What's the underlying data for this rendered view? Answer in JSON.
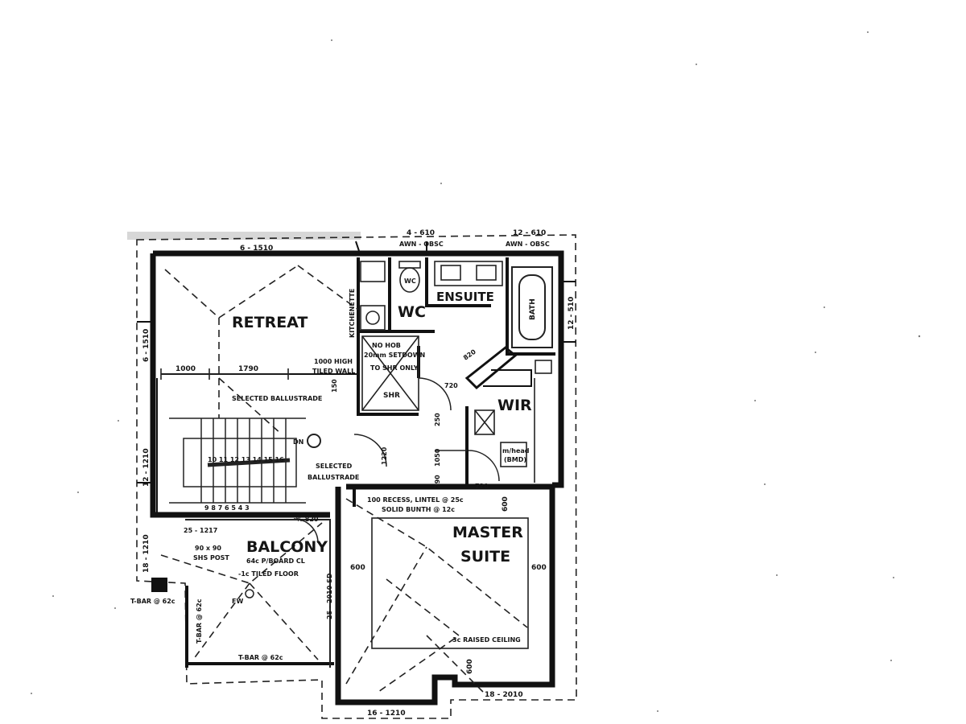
{
  "rooms": {
    "retreat": "RETREAT",
    "wc": "WC",
    "ensuite": "ENSUITE",
    "bath": "BATH",
    "kitchenette": "KITCHENETTE",
    "wir": "WIR",
    "shr": "SHR",
    "balcony": "BALCONY",
    "master_line1": "MASTER",
    "master_line2": "SUITE"
  },
  "dimensions": {
    "top_left": "6 - 1510",
    "top_mid": "4 - 610",
    "top_right": "12 - 610",
    "left_upper": "6 - 1510",
    "left_mid": "12 - 1210",
    "left_lower": "18 - 1210",
    "right_bath": "12 - 510",
    "retreat_1000": "1000",
    "retreat_1790": "1790",
    "d_720a": "720",
    "d_720b": "720",
    "d_820": "820",
    "d_1050": "1050",
    "d_250": "250",
    "d_290": "290",
    "d_600_top": "600",
    "d_600_left": "600",
    "d_600_right": "600",
    "d_600_bottom": "600",
    "d_1210_bottom": "16 - 1210",
    "d_2010_bottom": "18 - 2010",
    "d_balcony": "25 - 1217",
    "d_balcony_side": "25 - 2010 SD",
    "d_820b": "% 820",
    "d_150": "150",
    "d_1220": "1220"
  },
  "notes": {
    "awn_mid": "AWN - OBSC",
    "awn_right": "AWN - OBSC",
    "tiled_wall_1": "1000 HIGH",
    "tiled_wall_2": "TILED WALL",
    "no_hob_1": "NO HOB",
    "no_hob_2": "20mm SETDOWN",
    "no_hob_3": "TO SHR ONLY",
    "ballustrade_top": "SELECTED BALLUSTRADE",
    "ballustrade_mid_1": "SELECTED",
    "ballustrade_mid_2": "BALLUSTRADE",
    "dn": "DN",
    "stairs_upper": "10 11 12 13 14 15 16",
    "stairs_lower": "9  8  7  6  5  4  3",
    "recess_1": "100 RECESS, LINTEL @ 25c",
    "recess_2": "SOLID BUNTH @ 12c",
    "raised_ceiling": "3c RAISED CEILING",
    "post_1": "90 x 90",
    "post_2": "SHS POST",
    "balcony_1": "64c P/BOARD CL",
    "balcony_2": "-1c TILED FLOOR",
    "fw": "FW",
    "tbar_left": "T-BAR @ 62c",
    "tbar_vert": "T-BAR @ 62c",
    "tbar_bottom": "T-BAR @ 62c",
    "wir_box_1": "m/head",
    "wir_box_2": "(BMD)",
    "wc_fixture": "WC"
  }
}
